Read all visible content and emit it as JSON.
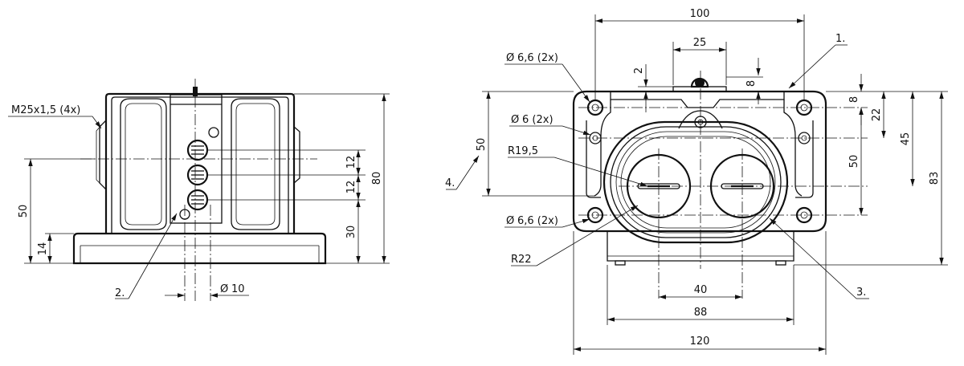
{
  "side_view": {
    "labels": {
      "thread": "M25x1,5 (4x)",
      "callout_2": "2.",
      "dim_50": "50",
      "dim_14": "14",
      "dim_12a": "12",
      "dim_12b": "12",
      "dim_80": "80",
      "dim_30": "30",
      "dia_10_sym": "Ø",
      "dia_10": "10"
    }
  },
  "front_view": {
    "labels": {
      "dim_100": "100",
      "callout_1": "1.",
      "dim_25": "25",
      "dim_2": "2",
      "dim_8_top": "8",
      "hole_66_top_sym": "Ø",
      "hole_66_top": "6,6 (2x)",
      "hole_6_sym": "Ø",
      "hole_6": "6 (2x)",
      "dim_50_left": "50",
      "r_19_5": "R19,5",
      "callout_4": "4.",
      "hole_66_bot_sym": "Ø",
      "hole_66_bot": "6,6 (2x)",
      "r_22": "R22",
      "dim_8_right": "8",
      "dim_22": "22",
      "dim_45": "45",
      "dim_50_right": "50",
      "dim_83": "83",
      "dim_40": "40",
      "dim_88": "88",
      "dim_120": "120",
      "callout_3": "3."
    }
  }
}
